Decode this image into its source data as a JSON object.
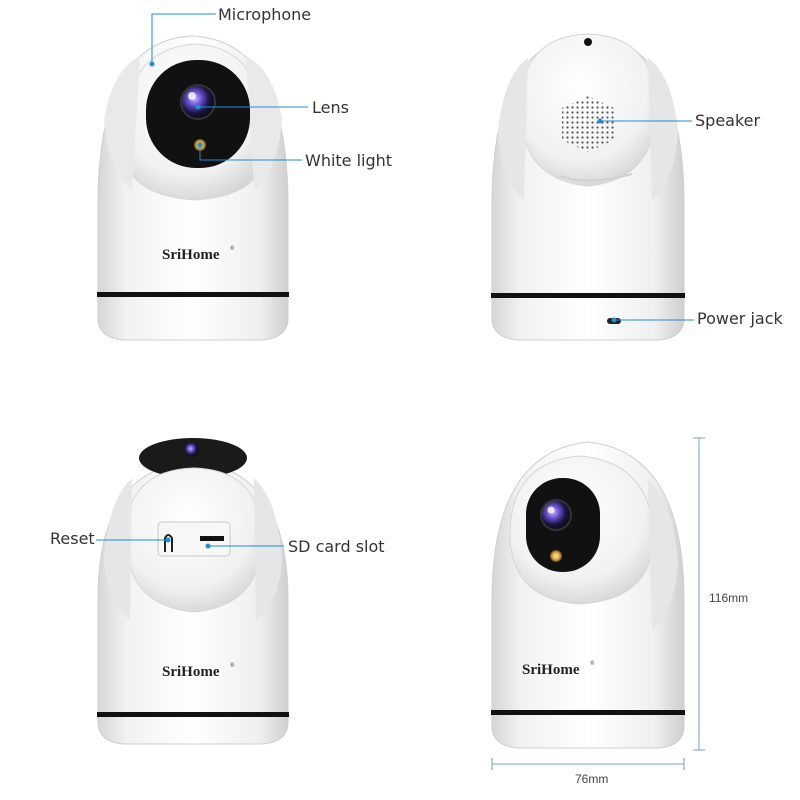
{
  "brand": "SriHome",
  "brand_mark": "®",
  "views": [
    {
      "name": "front",
      "callouts": [
        {
          "label": "Microphone"
        },
        {
          "label": "Lens"
        },
        {
          "label": "White light"
        }
      ]
    },
    {
      "name": "back",
      "callouts": [
        {
          "label": "Speaker"
        },
        {
          "label": "Power jack"
        }
      ]
    },
    {
      "name": "rotated",
      "callouts": [
        {
          "label": "Reset"
        },
        {
          "label": "SD card slot"
        }
      ]
    },
    {
      "name": "dimensions",
      "height": "116mm",
      "width": "76mm"
    }
  ],
  "colors": {
    "callout_line": "#1a90d8",
    "label_text": "#333333",
    "dimension_line": "#6fa0cc"
  }
}
